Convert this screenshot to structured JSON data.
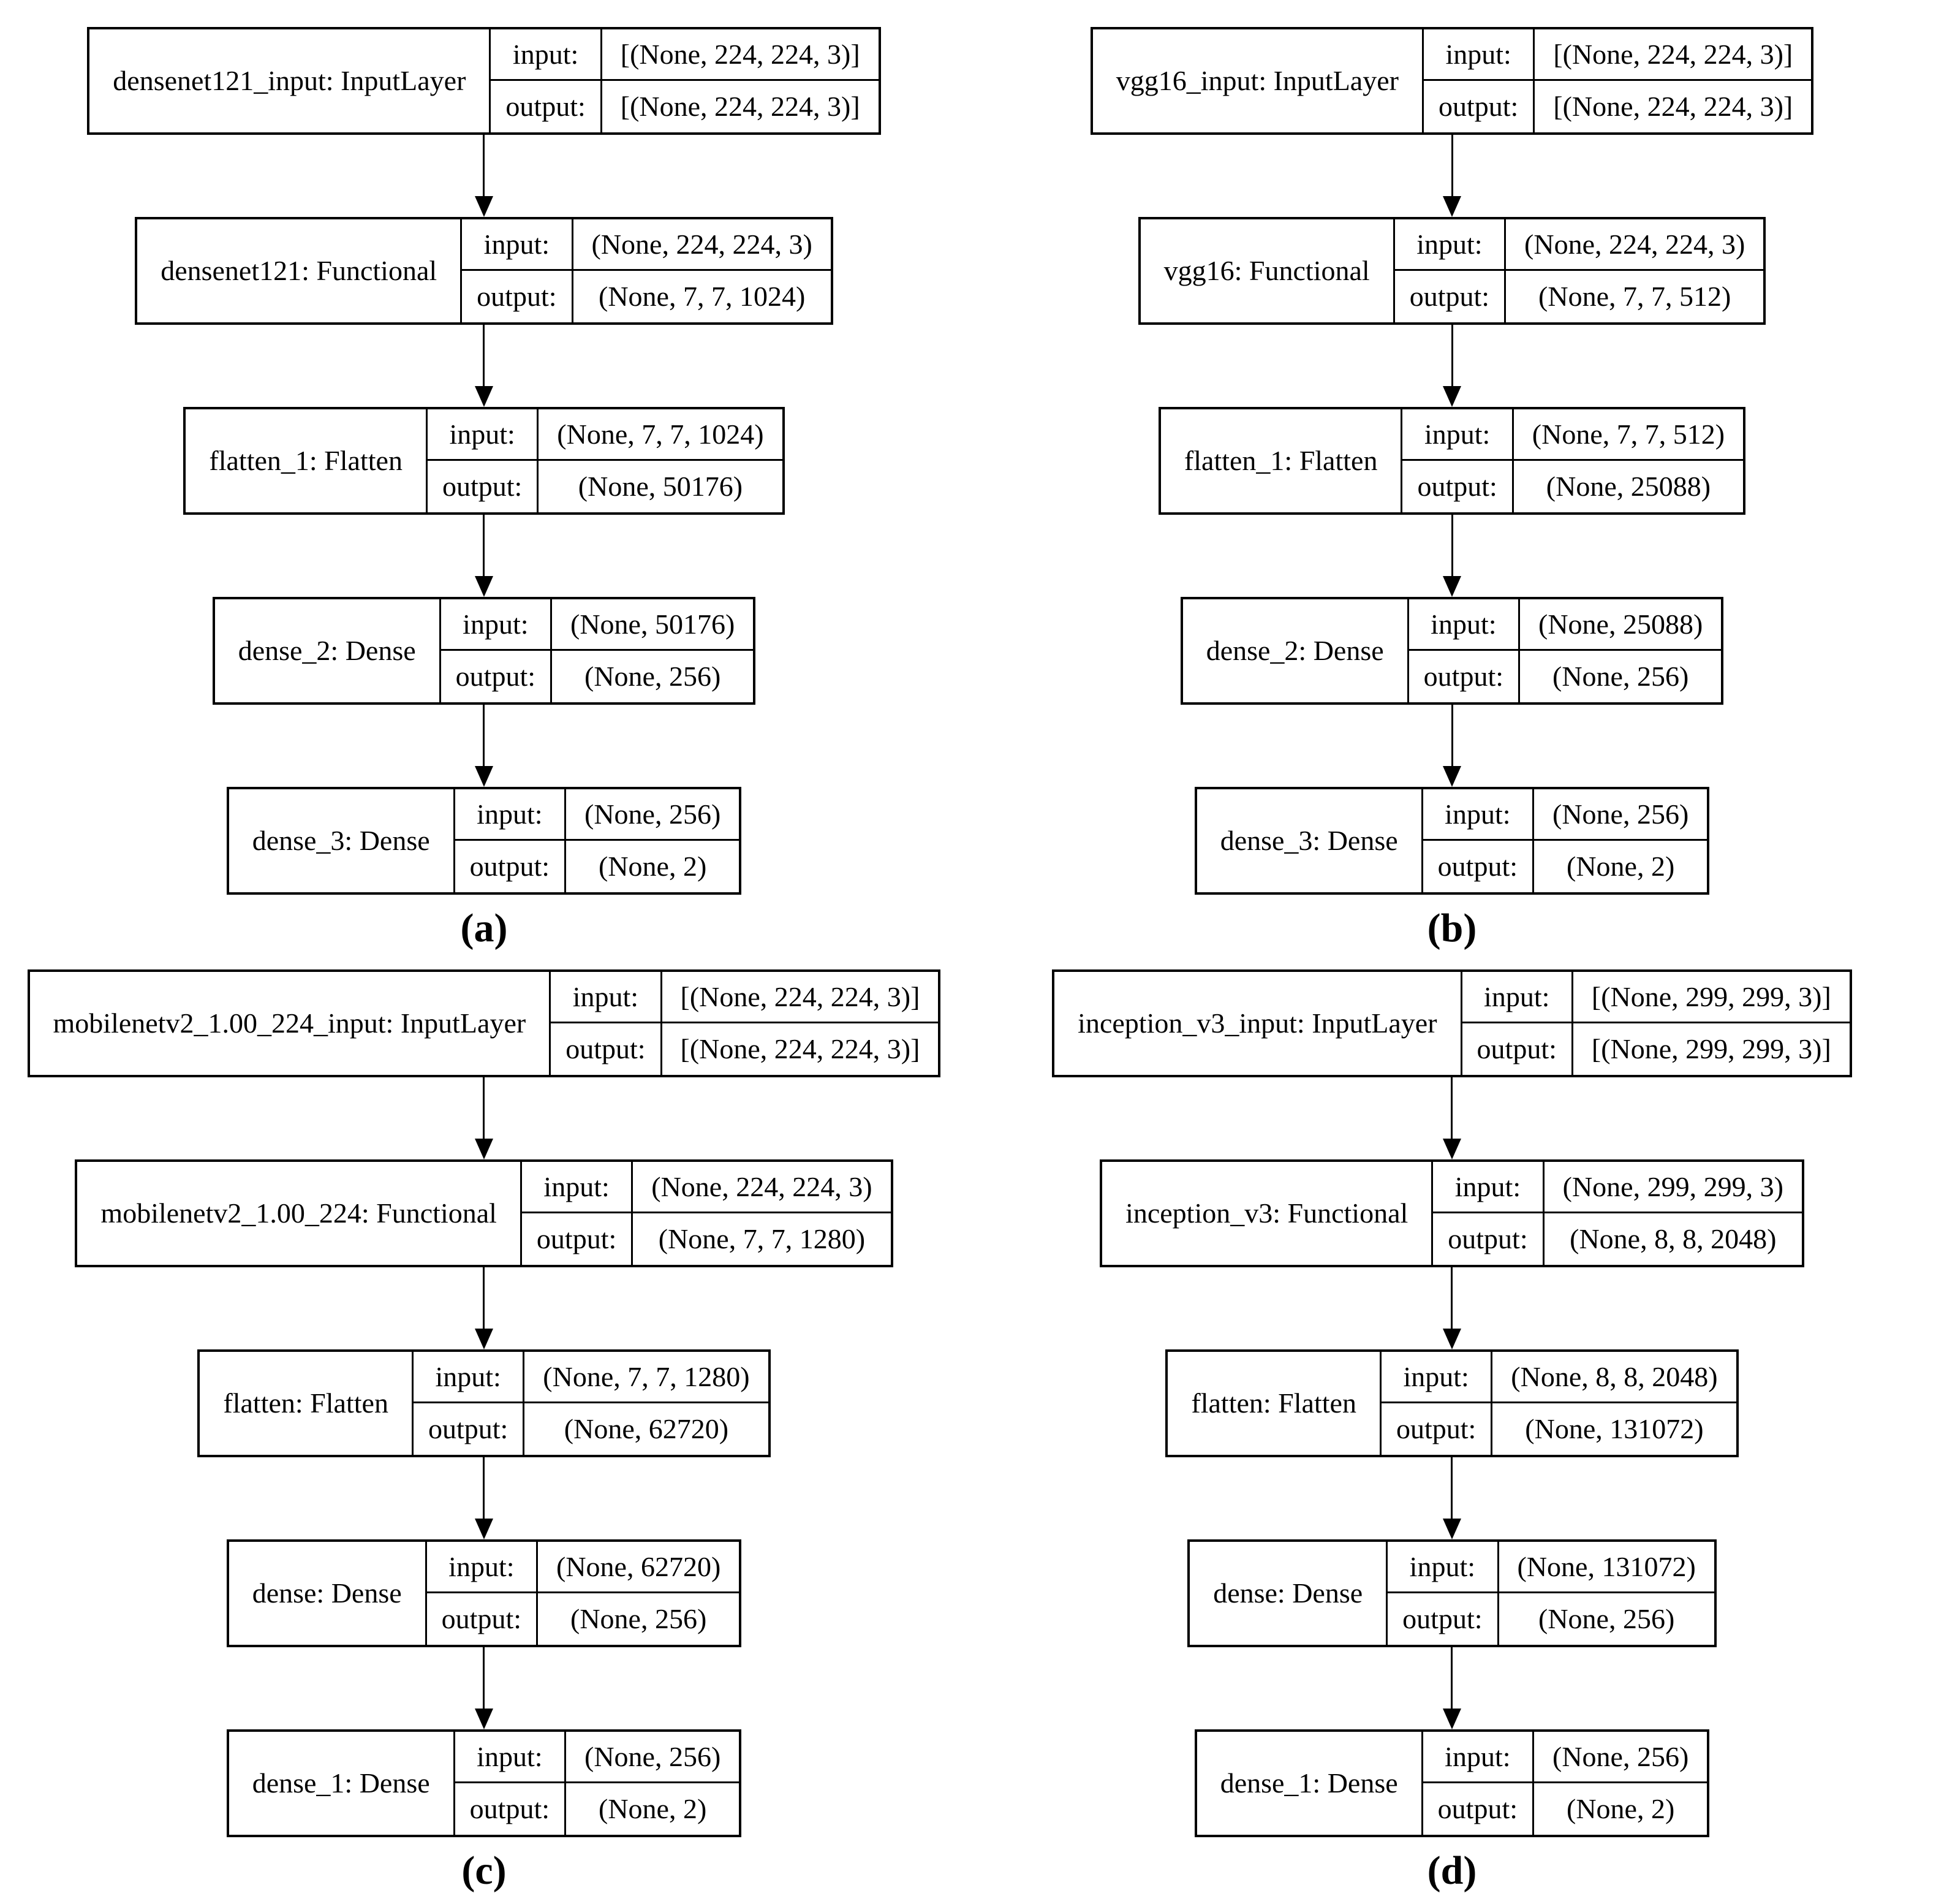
{
  "labels": {
    "input": "input:",
    "output": "output:"
  },
  "colors": {
    "border": "#000000",
    "background": "#ffffff",
    "text": "#000000"
  },
  "diagrams": [
    {
      "id": "a",
      "caption": "(a)",
      "layers": [
        {
          "name": "densenet121_input: InputLayer",
          "input": "[(None, 224, 224, 3)]",
          "output": "[(None, 224, 224, 3)]"
        },
        {
          "name": "densenet121: Functional",
          "input": "(None, 224, 224, 3)",
          "output": "(None, 7, 7, 1024)"
        },
        {
          "name": "flatten_1: Flatten",
          "input": "(None, 7, 7, 1024)",
          "output": "(None, 50176)"
        },
        {
          "name": "dense_2: Dense",
          "input": "(None, 50176)",
          "output": "(None, 256)"
        },
        {
          "name": "dense_3: Dense",
          "input": "(None, 256)",
          "output": "(None, 2)"
        }
      ]
    },
    {
      "id": "b",
      "caption": "(b)",
      "layers": [
        {
          "name": "vgg16_input: InputLayer",
          "input": "[(None, 224, 224, 3)]",
          "output": "[(None, 224, 224, 3)]"
        },
        {
          "name": "vgg16: Functional",
          "input": "(None, 224, 224, 3)",
          "output": "(None, 7, 7, 512)"
        },
        {
          "name": "flatten_1: Flatten",
          "input": "(None, 7, 7, 512)",
          "output": "(None, 25088)"
        },
        {
          "name": "dense_2: Dense",
          "input": "(None, 25088)",
          "output": "(None, 256)"
        },
        {
          "name": "dense_3: Dense",
          "input": "(None, 256)",
          "output": "(None, 2)"
        }
      ]
    },
    {
      "id": "c",
      "caption": "(c)",
      "layers": [
        {
          "name": "mobilenetv2_1.00_224_input: InputLayer",
          "input": "[(None, 224, 224, 3)]",
          "output": "[(None, 224, 224, 3)]"
        },
        {
          "name": "mobilenetv2_1.00_224: Functional",
          "input": "(None, 224, 224, 3)",
          "output": "(None, 7, 7, 1280)"
        },
        {
          "name": "flatten: Flatten",
          "input": "(None, 7, 7, 1280)",
          "output": "(None, 62720)"
        },
        {
          "name": "dense: Dense",
          "input": "(None, 62720)",
          "output": "(None, 256)"
        },
        {
          "name": "dense_1: Dense",
          "input": "(None, 256)",
          "output": "(None, 2)"
        }
      ]
    },
    {
      "id": "d",
      "caption": "(d)",
      "layers": [
        {
          "name": "inception_v3_input: InputLayer",
          "input": "[(None, 299, 299, 3)]",
          "output": "[(None, 299, 299, 3)]"
        },
        {
          "name": "inception_v3: Functional",
          "input": "(None, 299, 299, 3)",
          "output": "(None, 8, 8, 2048)"
        },
        {
          "name": "flatten: Flatten",
          "input": "(None, 8, 8, 2048)",
          "output": "(None, 131072)"
        },
        {
          "name": "dense: Dense",
          "input": "(None, 131072)",
          "output": "(None, 256)"
        },
        {
          "name": "dense_1: Dense",
          "input": "(None, 256)",
          "output": "(None, 2)"
        }
      ]
    }
  ]
}
